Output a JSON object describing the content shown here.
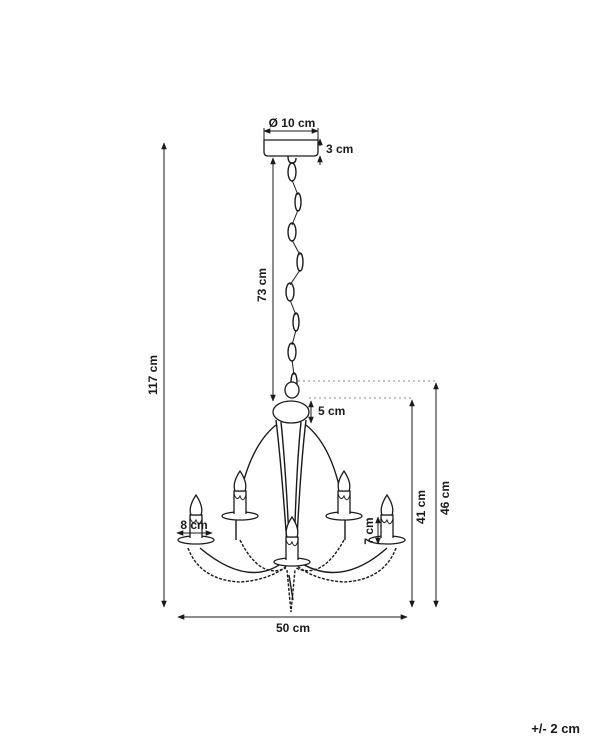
{
  "dimensions": {
    "canopy_diameter": "Ø 10 cm",
    "canopy_height": "3 cm",
    "chain_length": "73 cm",
    "total_height": "117 cm",
    "hub_height": "5 cm",
    "body_height_with_hub": "46 cm",
    "body_height": "41 cm",
    "cup_width": "8 cm",
    "candle_height": "7 cm",
    "total_width": "50 cm"
  },
  "tolerance": "+/- 2 cm",
  "colors": {
    "line": "#1a1a1a",
    "guide": "#888888",
    "background": "#ffffff"
  }
}
